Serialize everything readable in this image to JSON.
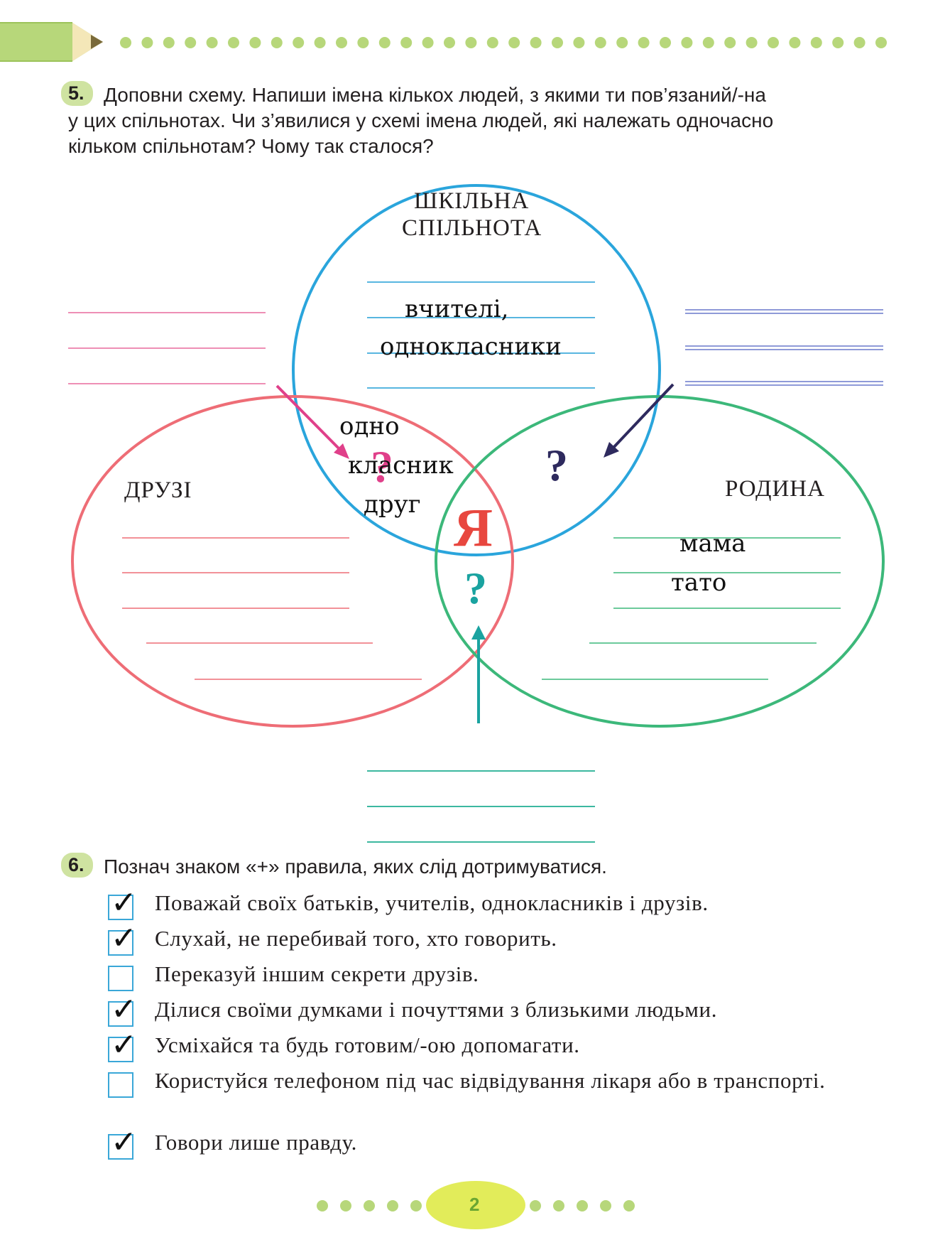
{
  "page_number": "2",
  "task5": {
    "number": "5.",
    "text_lines": [
      "Доповни схему. Напиши імена кількох людей, з якими ти пов’язаний/-на",
      "у цих спільнотах. Чи з’явилися у схемі імена людей, які належать одночасно",
      "кільком спільнотам? Чому так сталося?"
    ]
  },
  "diagram": {
    "school_label_line1": "ШКІЛЬНА",
    "school_label_line2": "СПІЛЬНОТА",
    "friends_label": "ДРУЗІ",
    "family_label": "РОДИНА",
    "center_label": "Я",
    "question_mark": "?",
    "school_answer_line1": "вчителі,",
    "school_answer_line2": "однокласники",
    "overlap_answer_line1": "одно",
    "overlap_answer_line2": "класник",
    "overlap_answer_line3": "друг",
    "family_answer_line1": "мама",
    "family_answer_line2": "тато",
    "colors": {
      "school": "#2aa5dc",
      "friends": "#ee6d76",
      "family": "#3cb87a",
      "center": "#e8473f",
      "pink_question": "#e0408a",
      "dark_question": "#2e2a5e",
      "teal_question": "#1aa3a0",
      "banner": "#b7d77a"
    }
  },
  "task6": {
    "number": "6.",
    "text": "Познач знаком «+» правила, яких слід дотримуватися.",
    "rules": [
      {
        "text": "Поважай своїх батьків, учителів, однокласників і друзів.",
        "checked": true,
        "mark": "✓"
      },
      {
        "text": "Слухай, не перебивай того, хто говорить.",
        "checked": true,
        "mark": "✓"
      },
      {
        "text": "Переказуй іншим секрети друзів.",
        "checked": false,
        "mark": ""
      },
      {
        "text": "Ділися своїми думками і почуттями з близькими людьми.",
        "checked": true,
        "mark": "✓"
      },
      {
        "text": "Усміхайся та будь готовим/-ою допомагати.",
        "checked": true,
        "mark": "✓"
      },
      {
        "text": "Користуйся телефоном під час відвідування лікаря або в транспорті.",
        "checked": false,
        "mark": ""
      },
      {
        "text": "Говори лише правду.",
        "checked": true,
        "mark": "✓"
      }
    ]
  }
}
